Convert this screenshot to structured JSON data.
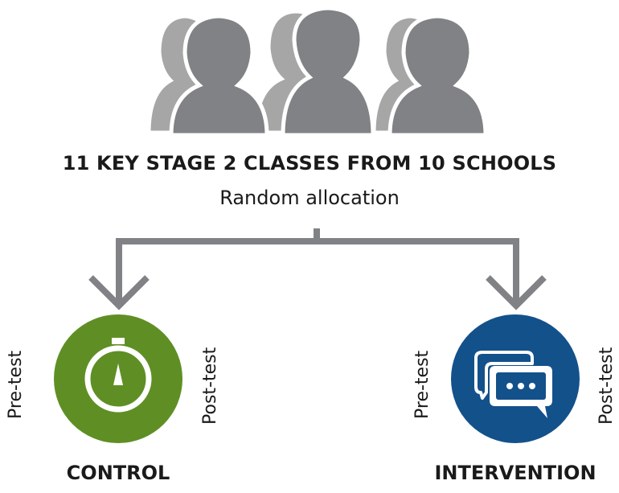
{
  "heading": "11 KEY STAGE 2 CLASSES FROM 10 SCHOOLS",
  "subheading": "Random allocation",
  "groups": {
    "control": {
      "label": "CONTROL",
      "pre_label": "Pre-test",
      "post_label": "Post-test",
      "color": "#5f8f24",
      "icon": "stopwatch-icon"
    },
    "intervention": {
      "label": "INTERVENTION",
      "pre_label": "Pre-test",
      "post_label": "Post-test",
      "color": "#13518b",
      "icon": "chat-bubbles-icon"
    }
  },
  "colors": {
    "people_light": "#a6a6a6",
    "people_dark": "#808285",
    "arrow": "#808285"
  }
}
